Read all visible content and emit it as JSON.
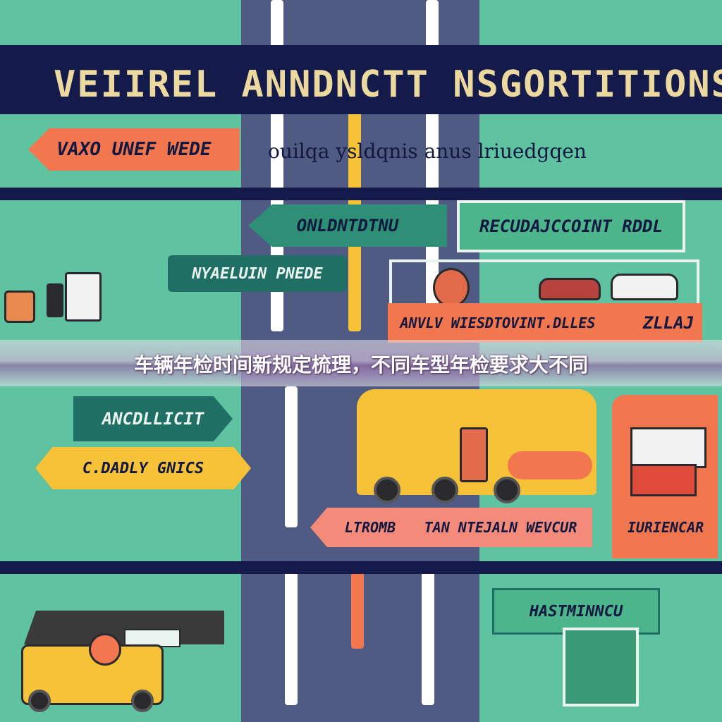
{
  "poster": {
    "title": "VEIIREL ANNDNCTT NSGORTITIONS",
    "subtitle": "ouilqa ysldqnis anus lriuedgqen",
    "labels": {
      "orange_top_left": "VAXO UNEF WEDE",
      "green_center_top": "ONLDNTDTNU",
      "green_right_top": "RECUDAJCCOINT RDDL",
      "teal_center": "NYAELUIN PNEDE",
      "orange_wide": "ANVLV WIESDTOVINT.DLLES",
      "orange_wide_right": "ZLLAJ",
      "green_mid_left": "ANCDLLICIT",
      "yellow_mid_left": "C.DADLY GNICS",
      "pink_road": "LTROMB",
      "pink_wide": "TAN NTEJALN WEVCUR",
      "orange_right": "IURIENCAR",
      "green_bottom_right": "HASTMINNCU"
    }
  },
  "caption": {
    "text": "车辆年检时间新规定梳理，不同车型年检要求大不同"
  },
  "colors": {
    "background": "#5fc2a0",
    "road": "#4f5b82",
    "band": "#141a4a",
    "title": "#ecd9a0",
    "orange": "#f2774f",
    "yellow": "#f5c238",
    "teal": "#1f6f64",
    "pink": "#f48a7a"
  }
}
